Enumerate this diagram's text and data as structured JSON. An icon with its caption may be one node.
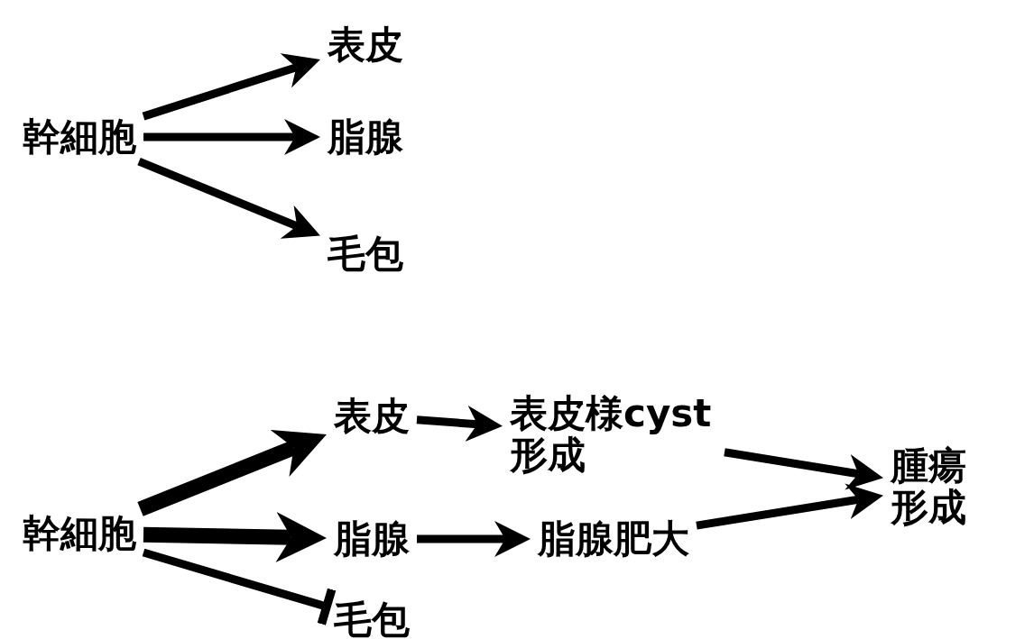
{
  "diagram": {
    "nodes": [
      {
        "text": [
          "幹細胞"
        ]
      },
      {
        "text": [
          "表皮"
        ]
      },
      {
        "text": [
          "脂腺"
        ]
      },
      {
        "text": [
          "毛包"
        ]
      },
      {
        "text": [
          "幹細胞"
        ]
      },
      {
        "text": [
          "表皮"
        ]
      },
      {
        "text": [
          "脂腺"
        ]
      },
      {
        "text": [
          "毛包"
        ]
      },
      {
        "text": [
          "表皮様cyst 形成"
        ]
      },
      {
        "text": [
          "脂腺肥大"
        ]
      },
      {
        "text": [
          "腫瘍形成"
        ]
      }
    ],
    "edges": [
      {
        "from": 0,
        "to": 1,
        "arrow": "to"
      },
      {
        "from": 0,
        "to": 2,
        "arrow": "to"
      },
      {
        "from": 0,
        "to": 3,
        "arrow": "to"
      },
      {
        "from": 4,
        "to": 5,
        "arrow": "to",
        "style": "thick"
      },
      {
        "from": 4,
        "to": 6,
        "arrow": "to",
        "style": "thick"
      },
      {
        "from": 4,
        "to": 7,
        "arrow": "other"
      },
      {
        "from": 5,
        "to": 8,
        "arrow": "to"
      },
      {
        "from": 6,
        "to": 9,
        "arrow": "to"
      },
      {
        "from": 8,
        "to": 10,
        "arrow": "to"
      },
      {
        "from": 9,
        "to": 10,
        "arrow": "to"
      }
    ]
  }
}
